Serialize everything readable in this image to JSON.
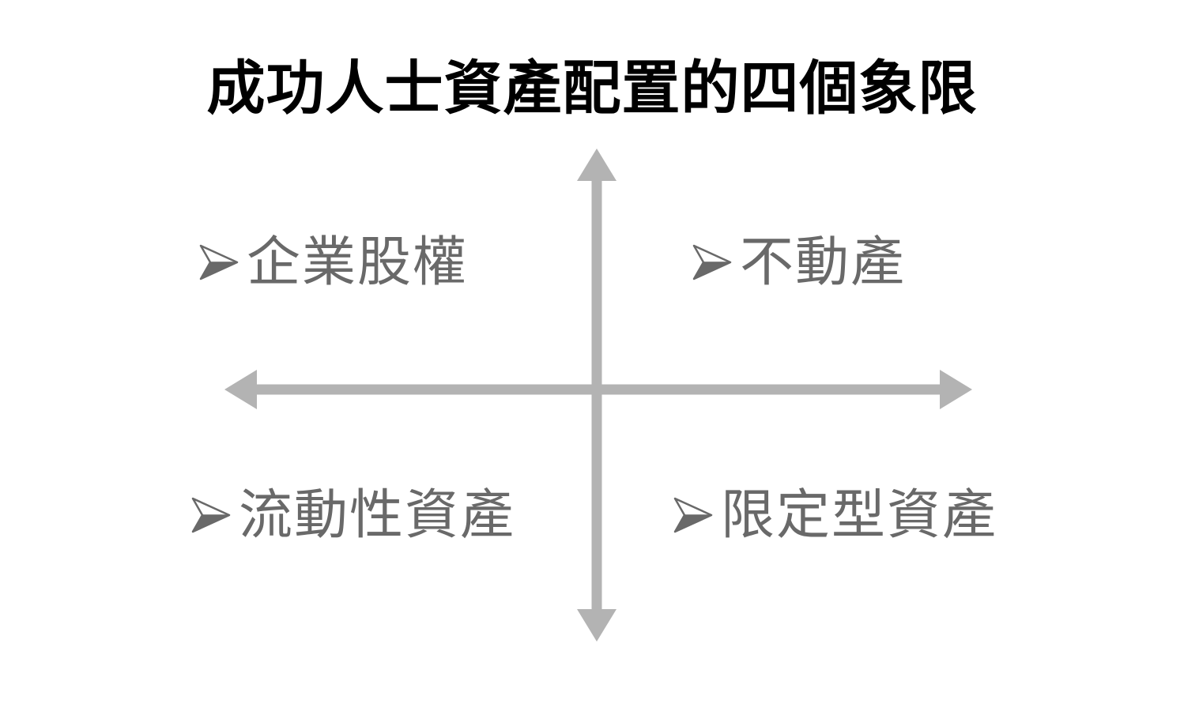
{
  "title": "成功人士資產配置的四個象限",
  "quadrants": {
    "top_left": {
      "label": "企業股權"
    },
    "top_right": {
      "label": "不動產"
    },
    "bottom_left": {
      "label": "流動性資產"
    },
    "bottom_right": {
      "label": "限定型資產"
    }
  },
  "icons": {
    "bullet_glyph": "➢",
    "bullet_name": "right-arrowhead-bullet"
  },
  "colors": {
    "title": "#000000",
    "label": "#696969",
    "axis": "#b3b3b3",
    "background": "#ffffff"
  }
}
